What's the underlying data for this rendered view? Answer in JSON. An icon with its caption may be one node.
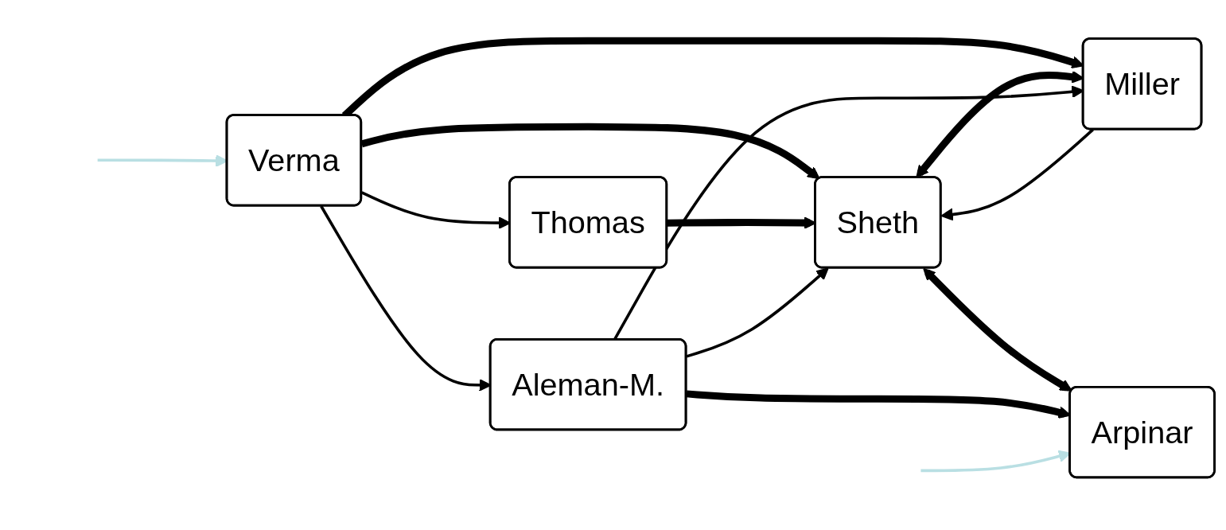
{
  "diagram": {
    "nodes": [
      {
        "text": [
          "Thomas"
        ]
      },
      {
        "text": [
          "Verma"
        ]
      },
      {
        "text": [
          "Sheth"
        ]
      },
      {
        "text": [
          "Miller"
        ]
      },
      {
        "text": [
          "Arpinar"
        ]
      },
      {
        "text": [
          "Aleman-M."
        ]
      }
    ],
    "edges": [
      {
        "from": 1,
        "to": 0,
        "arrow": "to"
      },
      {
        "from": 1,
        "to": 2,
        "arrow": "to",
        "style": "thick"
      },
      {
        "from": 1,
        "to": 3,
        "arrow": "to",
        "style": "thick"
      },
      {
        "from": 1,
        "to": 5,
        "arrow": "to"
      },
      {
        "from": 0,
        "to": 2,
        "arrow": "to",
        "style": "thick"
      },
      {
        "from": 2,
        "to": 3,
        "arrow": "both",
        "style": "thick"
      },
      {
        "from": 5,
        "to": 3,
        "arrow": "to"
      },
      {
        "from": 3,
        "to": 2,
        "arrow": "to"
      },
      {
        "from": 5,
        "to": 2,
        "arrow": "to"
      },
      {
        "from": 2,
        "to": 4,
        "arrow": "both",
        "style": "thick"
      },
      {
        "from": 5,
        "to": 4,
        "arrow": "to",
        "style": "thick"
      },
      {
        "from": null,
        "to": 1,
        "arrow": "to",
        "color": "#b9dfe3"
      },
      {
        "from": null,
        "to": 4,
        "arrow": "to",
        "color": "#b9dfe3"
      }
    ]
  }
}
